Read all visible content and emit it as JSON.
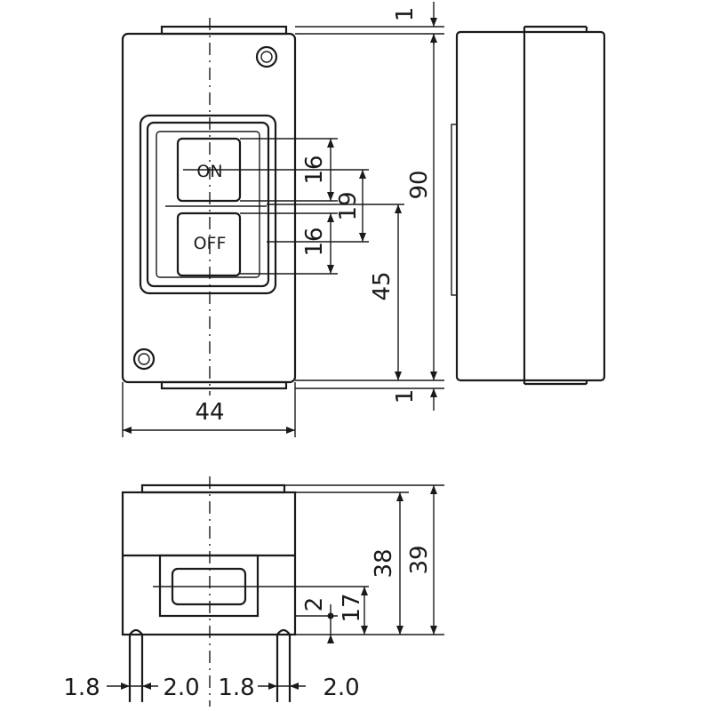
{
  "buttons": {
    "on": "ON",
    "off": "OFF"
  },
  "dimensions": {
    "top_gap": "1",
    "button_height_on": "16",
    "button_height_off": "16",
    "button_pitch": "19",
    "total_height": "90",
    "center_height": "45",
    "bottom_gap": "1",
    "width": "44",
    "depth_38": "38",
    "depth_39": "39",
    "slot_2": "2",
    "slot_17": "17",
    "foot_1_8_left": "1.8",
    "foot_2_0_left": "2.0",
    "foot_1_8_right": "1.8",
    "foot_2_0_right": "2.0"
  }
}
